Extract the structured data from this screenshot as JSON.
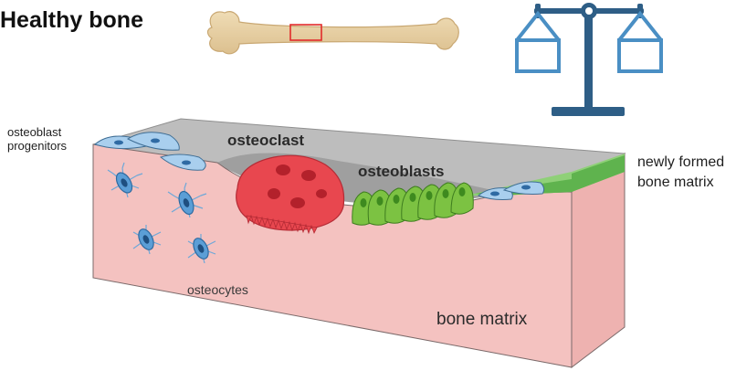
{
  "title": "Healthy bone",
  "labels": {
    "osteoblast_progenitors": "osteoblast progenitors",
    "osteoclast": "osteoclast",
    "osteoblasts": "osteoblasts",
    "newly_formed_bone_matrix": "newly formed bone matrix",
    "osteocytes": "osteocytes",
    "bone_matrix": "bone matrix"
  },
  "icons": [
    "bone-icon",
    "balance-scale-icon"
  ],
  "colors": {
    "bone_matrix": "#f4c2c0",
    "bone_surface": "#bdbdbd",
    "osteoclast": "#e8474f",
    "osteoblast": "#7cc242",
    "new_matrix": "#8fd078",
    "osteocyte": "#5b9ed6",
    "scale": "#2e5e86"
  }
}
